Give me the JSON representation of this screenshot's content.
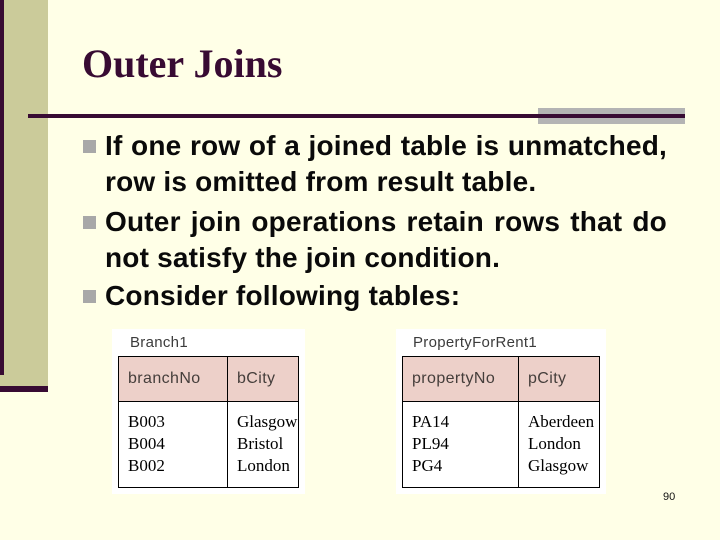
{
  "slide": {
    "title": "Outer Joins",
    "page_number": "90",
    "bullets": [
      {
        "lines": [
          "If one row of a joined table is unmatched,",
          "row is omitted from result table."
        ]
      },
      {
        "lines": [
          "Outer join operations retain rows that do",
          "not satisfy the join condition."
        ]
      },
      {
        "lines": [
          "Consider following tables:"
        ]
      }
    ],
    "tables": [
      {
        "caption": "Branch1",
        "columns": [
          "branchNo",
          "bCity"
        ],
        "rows": [
          [
            "B003",
            "Glasgow"
          ],
          [
            "B004",
            "Bristol"
          ],
          [
            "B002",
            "London"
          ]
        ]
      },
      {
        "caption": "PropertyForRent1",
        "columns": [
          "propertyNo",
          "pCity"
        ],
        "rows": [
          [
            "PA14",
            "Aberdeen"
          ],
          [
            "PL94",
            "London"
          ],
          [
            "PG4",
            "Glasgow"
          ]
        ]
      }
    ]
  },
  "colors": {
    "background": "#ffffe7",
    "sidebar-olive": "#cbcb9a",
    "accent-maroon": "#380b33",
    "rule-gray": "#b4b4b4",
    "bullet-gray": "#a8a8a8",
    "table-header-pink": "#edd0c9"
  }
}
